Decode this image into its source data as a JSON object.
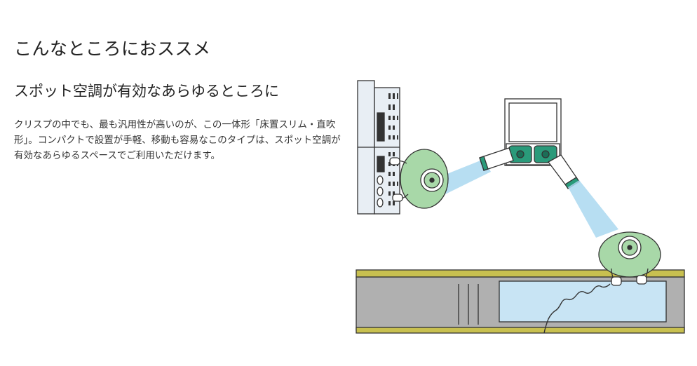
{
  "section": {
    "title": "こんなところにおススメ",
    "subtitle": "スポット空調が有効なあらゆるところに",
    "description": "クリスプの中でも、最も汎用性が高いのが、この一体形「床置スリム・直吹形」。コンパクトで設置が手軽、移動も容易なこのタイプは、スポット空調が有効なあらゆるスペースでご利用いただけます。"
  },
  "colors": {
    "worker_green": "#a8d8a8",
    "unit_teal": "#2a9a7a",
    "airflow_blue": "#aad8f0",
    "conveyor_gray": "#b0b0b0",
    "conveyor_rail": "#c8c050",
    "tray_blue": "#c8e4f4"
  }
}
